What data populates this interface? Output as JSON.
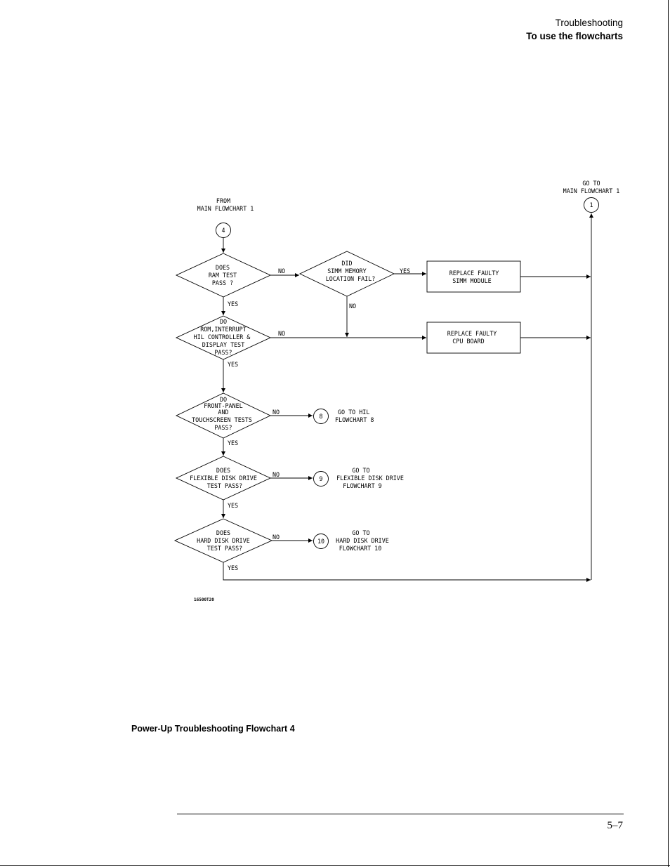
{
  "header": {
    "section": "Troubleshooting",
    "title": "To use the flowcharts"
  },
  "flowchart": {
    "from_label": [
      "FROM",
      "MAIN FLOWCHART 1"
    ],
    "goto_main_label": [
      "GO TO",
      "MAIN FLOWCHART 1"
    ],
    "connector_start": "4",
    "connector_main": "1",
    "decisions": {
      "ram": [
        "DOES",
        "RAM TEST",
        "PASS ?"
      ],
      "simm": [
        "DID",
        "SIMM MEMORY",
        "LOCATION FAIL?"
      ],
      "rom": [
        "DO",
        "ROM,INTERRUPT",
        "HIL CONTROLLER &",
        "DISPLAY TEST",
        "PASS?"
      ],
      "front": [
        "DO",
        "FRONT-PANEL",
        "AND",
        "TOUCHSCREEN TESTS",
        "PASS?"
      ],
      "flex": [
        "DOES",
        "FLEXIBLE DISK DRIVE",
        "TEST PASS?"
      ],
      "hard": [
        "DOES",
        "HARD DISK DRIVE",
        "TEST PASS?"
      ]
    },
    "process": {
      "simm": [
        "REPLACE FAULTY",
        "SIMM MODULE"
      ],
      "cpu": [
        "REPLACE FAULTY",
        "CPU BOARD"
      ]
    },
    "connectors": {
      "hil": "8",
      "flex": "9",
      "hard": "10"
    },
    "goto": {
      "hil": [
        "GO TO HIL",
        "FLOWCHART 8"
      ],
      "flex": [
        "GO TO",
        "FLEXIBLE DISK DRIVE",
        "FLOWCHART 9"
      ],
      "hard": [
        "GO TO",
        "HARD DISK DRIVE",
        "FLOWCHART 10"
      ]
    },
    "edge_labels": {
      "yes": "YES",
      "no": "NO"
    },
    "figure_id": "16500T20"
  },
  "caption": "Power-Up Troubleshooting Flowchart 4",
  "page_number": "5–7"
}
